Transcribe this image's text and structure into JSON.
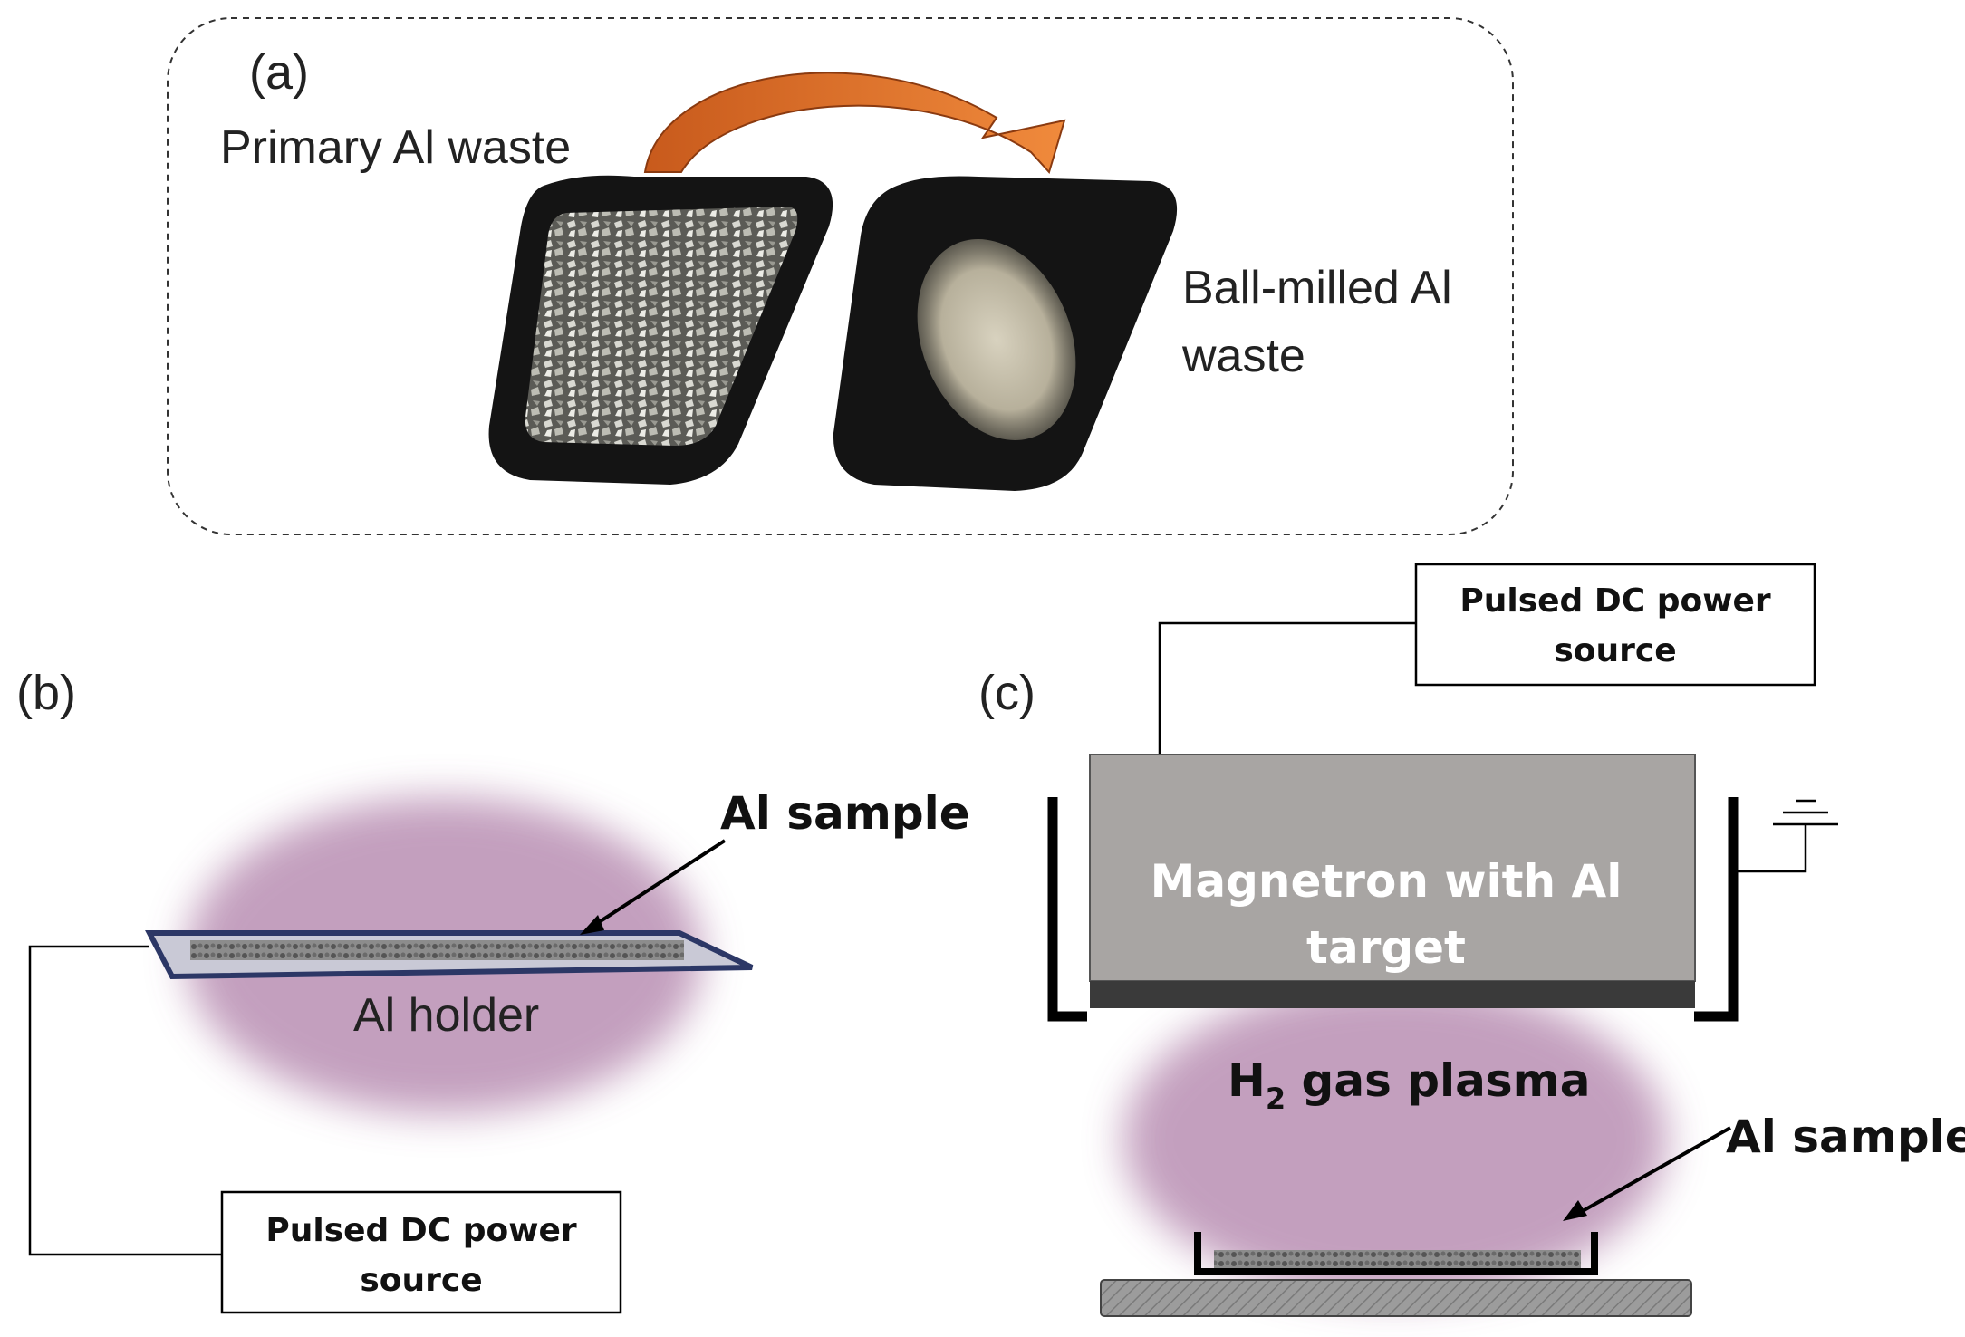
{
  "panel_a": {
    "label": "(a)",
    "primary_label": "Primary Al waste",
    "milled_line1": "Ball-milled Al",
    "milled_line2": "waste"
  },
  "panel_b": {
    "label": "(b)",
    "sample_label": "Al sample",
    "holder_label": "Al holder",
    "power_line1": "Pulsed DC power",
    "power_line2": "source"
  },
  "panel_c": {
    "label": "(c)",
    "power_line1": "Pulsed DC power",
    "power_line2": "source",
    "magnetron_line1": "Magnetron with Al",
    "magnetron_line2": "target",
    "plasma_main": "H",
    "plasma_sub": "2",
    "plasma_rest": " gas plasma",
    "sample_label": "Al sample"
  },
  "colors": {
    "plasma": "#b98fb3",
    "arrow": "#e0732c",
    "holder_edge": "#2c3766",
    "magnetron": "#a8a5a3",
    "target_bar": "#3a3a3a"
  }
}
